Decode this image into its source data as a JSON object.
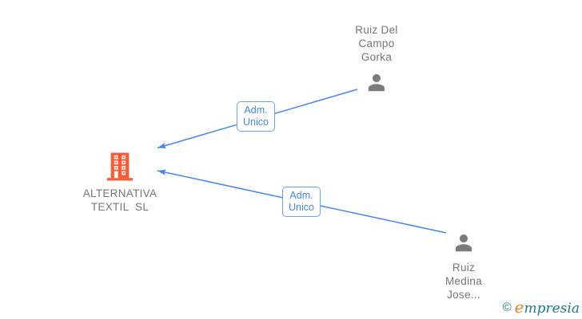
{
  "diagram": {
    "company": {
      "name": "ALTERNATIVA TEXTIL SL",
      "label_lines": [
        "ALTERNATIVA",
        "TEXTIL  SL"
      ]
    },
    "persons": [
      {
        "name": "Ruiz Del Campo Gorka",
        "label_lines": [
          "Ruiz Del",
          "Campo",
          "Gorka"
        ]
      },
      {
        "name": "Ruiz Medina Jose...",
        "label_lines": [
          "Ruiz",
          "Medina",
          "Jose..."
        ]
      }
    ],
    "relationships": [
      {
        "from": "Ruiz Del Campo Gorka",
        "to": "ALTERNATIVA TEXTIL SL",
        "role": "Adm. Unico",
        "label_lines": [
          "Adm.",
          "Unico"
        ]
      },
      {
        "from": "Ruiz Medina Jose...",
        "to": "ALTERNATIVA TEXTIL SL",
        "role": "Adm. Unico",
        "label_lines": [
          "Adm.",
          "Unico"
        ]
      }
    ]
  },
  "watermark": {
    "copyright": "©",
    "brand_initial": "e",
    "brand_rest": "mpresia"
  },
  "colors": {
    "edge_blue": "#4285f4",
    "label_border_blue": "#6ba0f3",
    "text_gray": "#757575",
    "icon_gray": "#7b7b7b",
    "building_orange": "#f95b33",
    "brand_teal": "#20798c",
    "brand_orange": "#ef7d22"
  }
}
